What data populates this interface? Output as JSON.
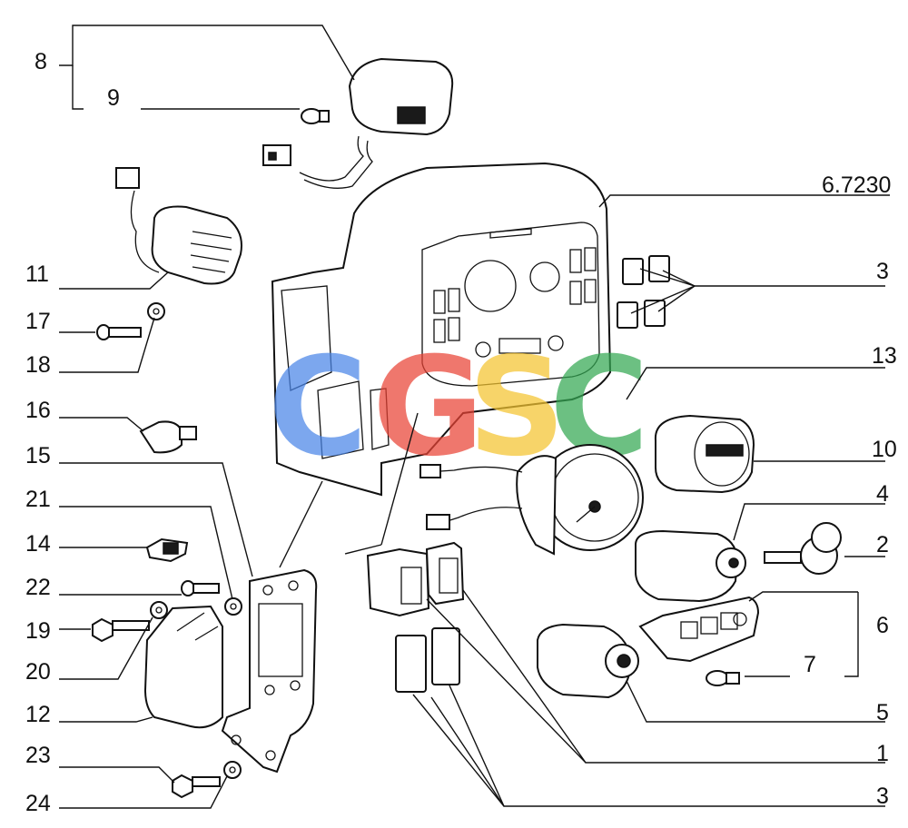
{
  "callouts": {
    "c1": "1",
    "c2": "2",
    "c3a": "3",
    "c3b": "3",
    "c4": "4",
    "c5": "5",
    "c6": "6",
    "c7": "7",
    "c8": "8",
    "c9": "9",
    "c10": "10",
    "c11": "11",
    "c12": "12",
    "c13": "13",
    "c14": "14",
    "c15": "15",
    "c16": "16",
    "c17": "17",
    "c18": "18",
    "c19": "19",
    "c20": "20",
    "c21": "21",
    "c22": "22",
    "c23": "23",
    "c24": "24",
    "ref": "6.7230"
  },
  "watermark": {
    "letters": [
      "C",
      "G",
      "S",
      "C"
    ],
    "colors": [
      "#4a86e8",
      "#ea4335",
      "#f4c430",
      "#34a853"
    ]
  }
}
